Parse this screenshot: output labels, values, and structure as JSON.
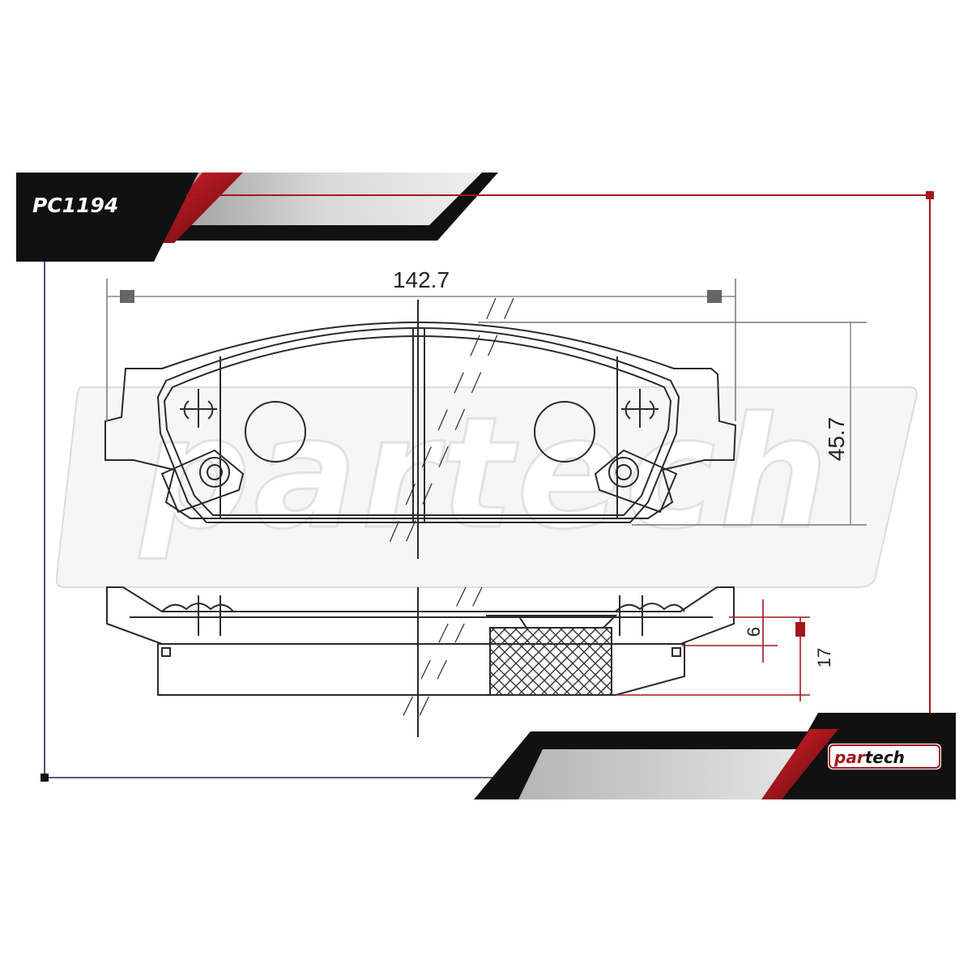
{
  "part_number": "PC1194",
  "watermark": "partech",
  "brand": {
    "prefix": "par",
    "suffix": "tech"
  },
  "dimensions": {
    "width": "142.7",
    "height": "45.7",
    "backing_thickness": "6",
    "total_thickness": "17"
  },
  "colors": {
    "accent": "#a3161b",
    "dark": "#111111",
    "gray": "#c8c8c8",
    "line": "#2a2a2a"
  }
}
